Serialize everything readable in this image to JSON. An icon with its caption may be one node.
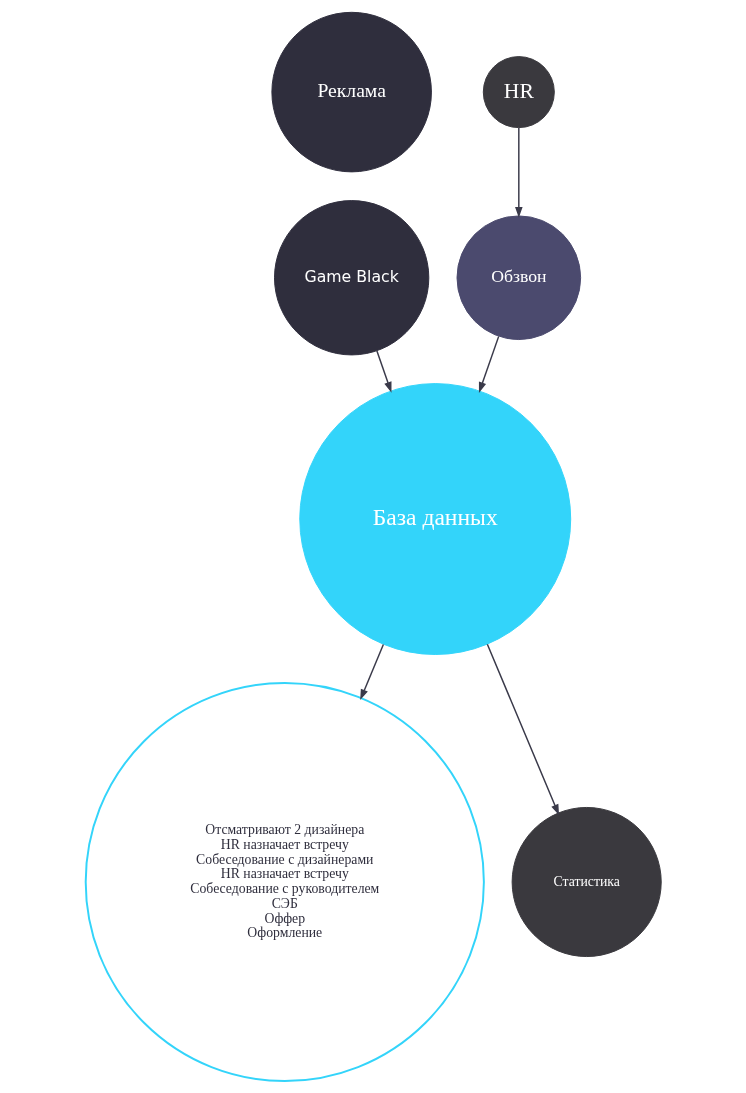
{
  "diagram": {
    "nodes": [
      {
        "text": [
          "Реклама"
        ]
      },
      {
        "text": [
          "Game Black"
        ]
      },
      {
        "text": [
          "HR"
        ]
      },
      {
        "text": [
          "Обзвон"
        ]
      },
      {
        "text": [
          "База данных"
        ]
      },
      {
        "text": [
          "Отсматривают 2 дизайнера",
          "HR назначает встречу",
          "Собеседование с дизайнерами",
          "HR назначает встречу",
          "Собеседование с руководителем",
          "СЭБ",
          "Оффер",
          "Оформление"
        ]
      },
      {
        "text": [
          "Статистика"
        ]
      }
    ],
    "edges": [
      {
        "from": 2,
        "to": 3,
        "arrow": "to"
      },
      {
        "from": 1,
        "to": 4,
        "arrow": "to"
      },
      {
        "from": 3,
        "to": 4,
        "arrow": "to"
      },
      {
        "from": 4,
        "to": 5,
        "arrow": "to"
      },
      {
        "from": 4,
        "to": 6,
        "arrow": "to"
      }
    ]
  }
}
